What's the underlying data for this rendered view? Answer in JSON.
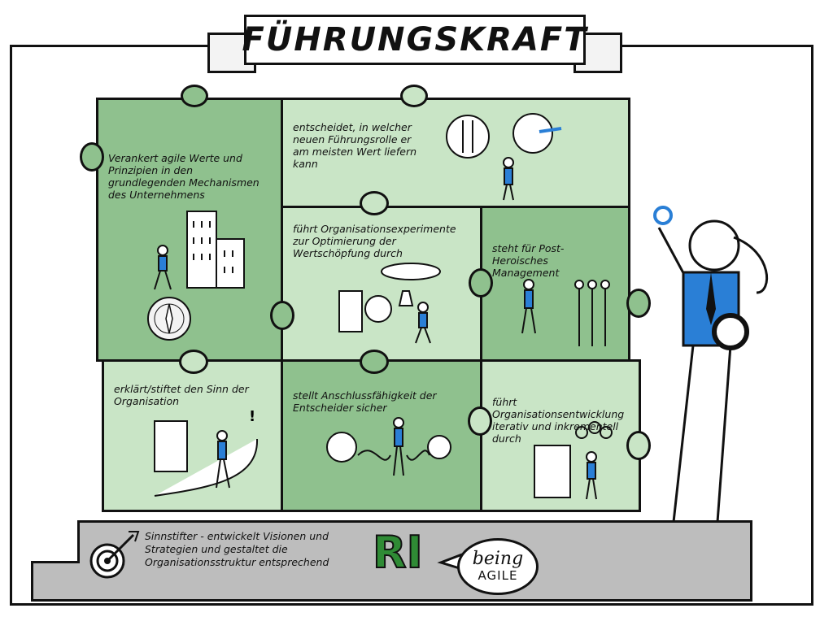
{
  "title": "FÜHRUNGSKRAFT",
  "pieces": [
    {
      "text": "Verankert agile Werte und Prinzipien in den grundlegenden Mechanismen des Unternehmens"
    },
    {
      "text": "entscheidet, in welcher neuen Führungsrolle er am meisten Wert liefern kann"
    },
    {
      "text": "führt Organisationsexperimente zur Optimierung der Wertschöpfung durch"
    },
    {
      "text": "steht für Post-Heroisches Management"
    },
    {
      "text": "erklärt/stiftet den Sinn der Organisation"
    },
    {
      "text": "stellt Anschlussfähigkeit der Entscheider sicher"
    },
    {
      "text": "führt Organisationsentwicklung iterativ und inkrementell durch"
    }
  ],
  "footer": {
    "text": "Sinnstifter - entwickelt Visionen und Strategien und gestaltet die Organisationsstruktur entsprechend",
    "logo": "RI",
    "bubble_top": "being",
    "bubble_bottom": "AGILE"
  },
  "colors": {
    "dark_green": "#8fc18e",
    "light_green": "#c9e5c6",
    "blue": "#2a7fd6",
    "logo_green": "#2f8b35",
    "stage_gray": "#bdbdbd"
  },
  "icons": [
    "target-icon",
    "building-icon",
    "person-icon",
    "ladder-icon",
    "compass-icon",
    "flask-icon"
  ]
}
